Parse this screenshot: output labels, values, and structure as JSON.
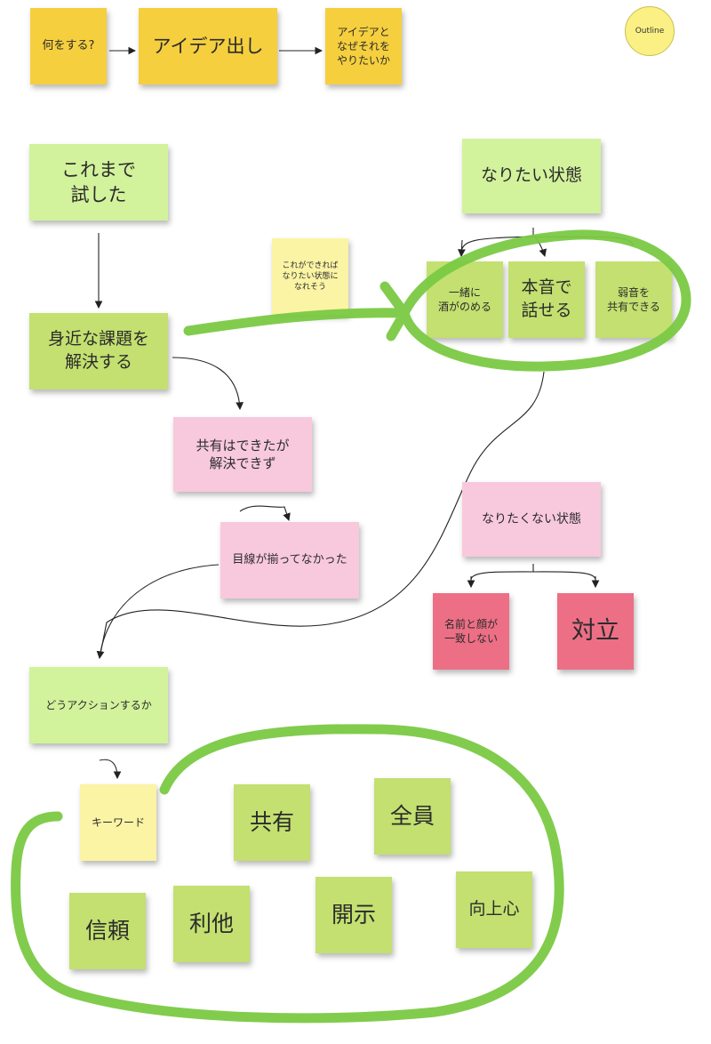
{
  "outline_button": "Outline",
  "notes": {
    "what": "何をする?",
    "idea": "アイデア出し",
    "idea_why": "アイデアと\nなぜそれを\nやりたいか",
    "tried": "これまで\n試した",
    "ideal_state": "なりたい状態",
    "if_done": "これができれば\nなりたい状態に\nなれそう",
    "drink": "一緒に\n酒がのめる",
    "honne": "本音で\n話せる",
    "weakness": "弱音を\n共有できる",
    "solve": "身近な課題を\n解決する",
    "shared": "共有はできたが\n解決できず",
    "gaze": "目線が揃ってなかった",
    "not_ideal": "なりたくない状態",
    "name_face": "名前と顔が\n一致しない",
    "conflict": "対立",
    "action": "どうアクションするか",
    "keyword": "キーワード",
    "share": "共有",
    "everyone": "全員",
    "trust": "信頼",
    "altruism": "利他",
    "disclosure": "開示",
    "ambition": "向上心"
  },
  "colors": {
    "yellow": "#f5cf3e",
    "light_yellow": "#fbf4a4",
    "light_green": "#d2f29c",
    "green": "#c3e070",
    "pink": "#f8c9dd",
    "red": "#ec6f86",
    "highlight_stroke": "#7ac943"
  }
}
